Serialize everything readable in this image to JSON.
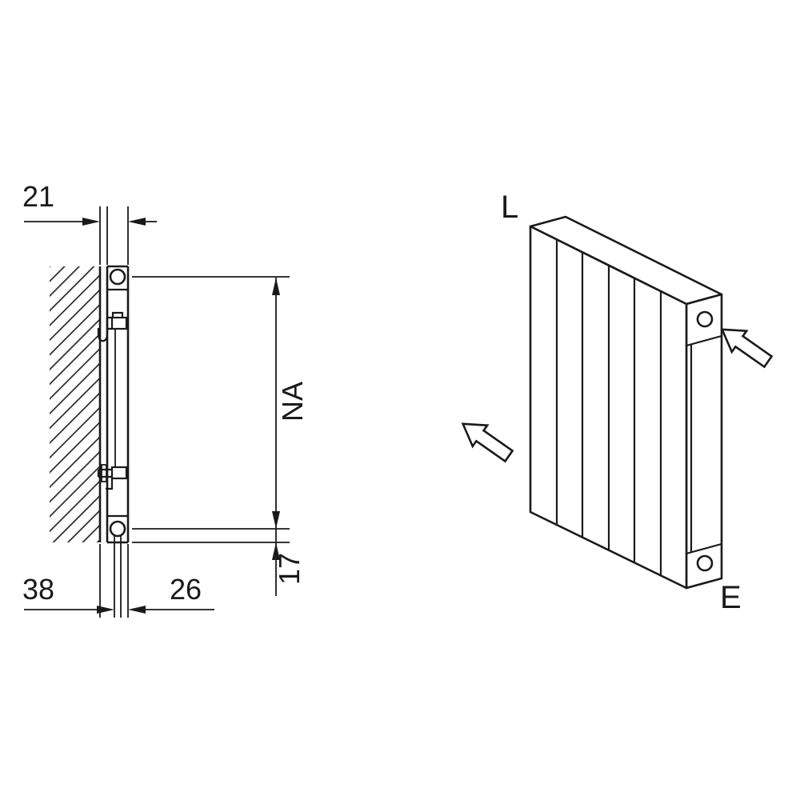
{
  "colors": {
    "line": "#1a1a1a",
    "background": "#ffffff"
  },
  "side_view": {
    "dim_top_wall_clearance": "21",
    "dim_bottom_wall_distance": "38",
    "dim_bottom_axis_offset": "26",
    "dim_hub_to_bottom_edge": "17",
    "dim_hub_spacing": "NA"
  },
  "iso_view": {
    "corner_label_top": "L",
    "corner_label_bottom": "E"
  }
}
